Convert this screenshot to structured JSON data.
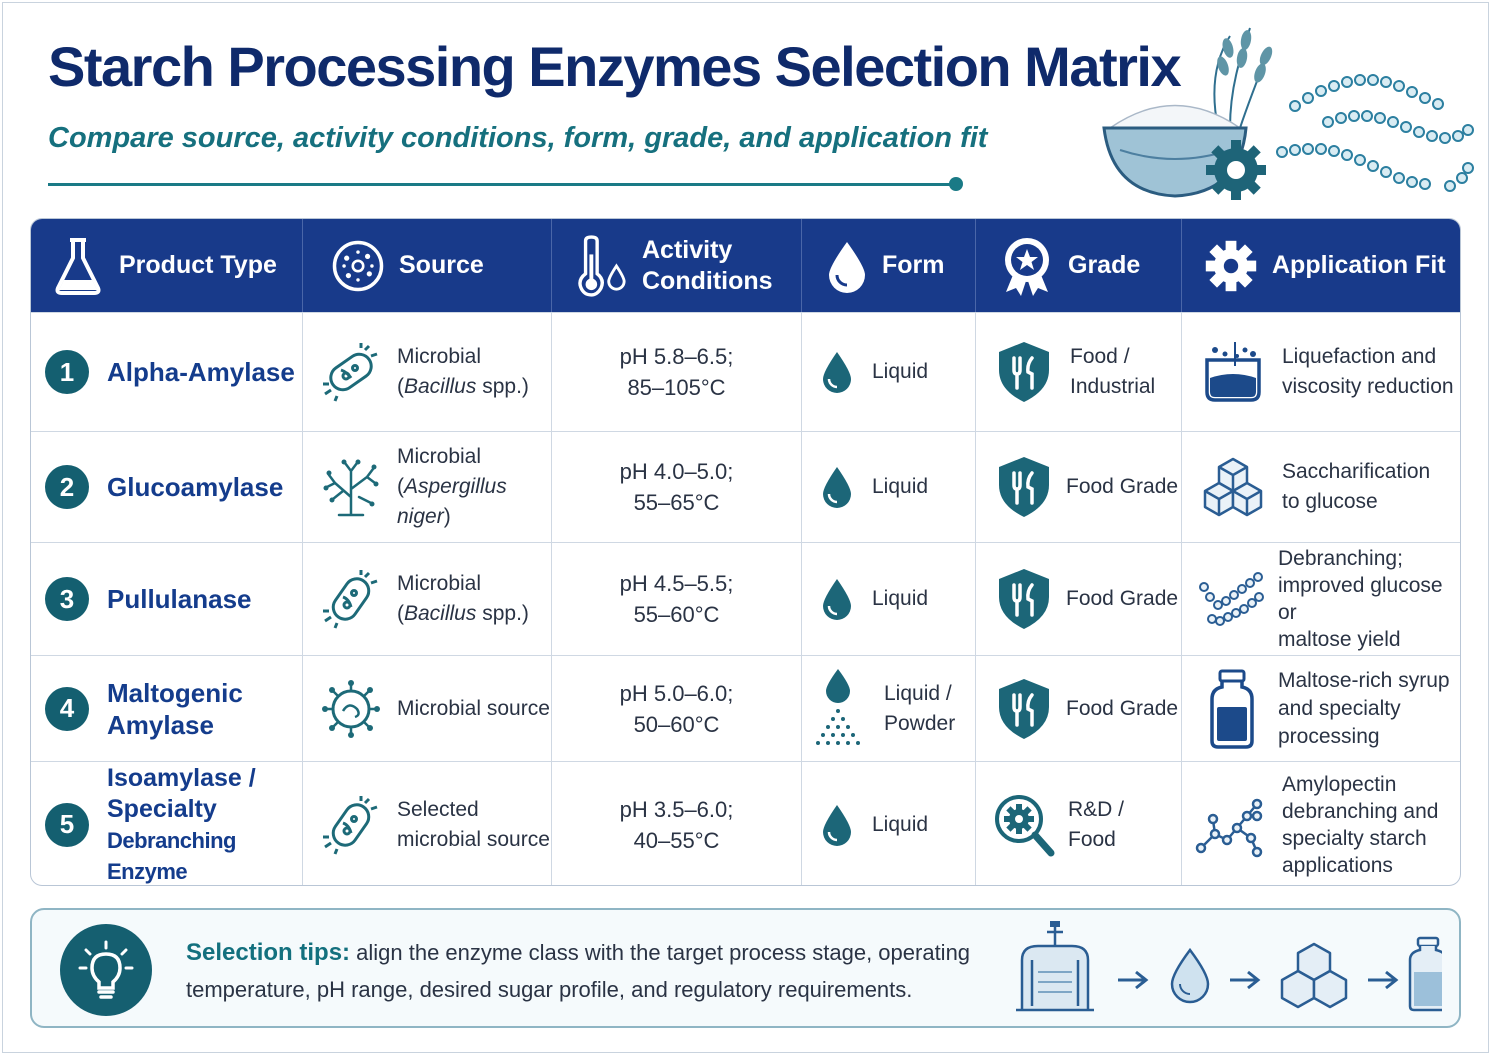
{
  "title": "Starch Processing Enzymes Selection Matrix",
  "subtitle": "Compare source, activity conditions, form, grade, and application fit",
  "columns": [
    {
      "label": "Product Type",
      "icon": "flask-icon"
    },
    {
      "label": "Source",
      "icon": "microbe-icon"
    },
    {
      "label": "Activity\nConditions",
      "icon": "thermometer-icon"
    },
    {
      "label": "Form",
      "icon": "droplet-icon"
    },
    {
      "label": "Grade",
      "icon": "award-ribbon-icon"
    },
    {
      "label": "Application Fit",
      "icon": "gear-icon"
    }
  ],
  "rows": [
    {
      "number": "1",
      "product": "Alpha-Amylase",
      "source_line1": "Microbial",
      "source_line2": "Bacillus",
      "source_line2_suffix": " spp.)",
      "source_icon": "bacillus-icon",
      "conditions_line1": "pH 5.8–6.5;",
      "conditions_line2": "85–105°C",
      "form": "Liquid",
      "form_icon": "droplet-icon",
      "grade": "Food /\nIndustrial",
      "grade_icon": "food-shield-icon",
      "application": "Liquefaction and\nviscosity reduction",
      "application_icon": "beaker-icon"
    },
    {
      "number": "2",
      "product": "Glucoamylase",
      "source_line1": "Microbial",
      "source_line2": "Aspergillus niger",
      "source_line2_suffix": ")",
      "source_icon": "mold-icon",
      "conditions_line1": "pH 4.0–5.0;",
      "conditions_line2": "55–65°C",
      "form": "Liquid",
      "form_icon": "droplet-icon",
      "grade": "Food Grade",
      "grade_icon": "food-shield-icon",
      "application": "Saccharification\nto glucose",
      "application_icon": "sugar-cubes-icon"
    },
    {
      "number": "3",
      "product": "Pullulanase",
      "source_line1": "Microbial",
      "source_line2": "Bacillus",
      "source_line2_suffix": " spp.)",
      "source_icon": "bacillus-icon",
      "conditions_line1": "pH 4.5–5.5;",
      "conditions_line2": "55–60°C",
      "form": "Liquid",
      "form_icon": "droplet-icon",
      "grade": "Food Grade",
      "grade_icon": "food-shield-icon",
      "application": "Debranching;\nimproved glucose or\nmaltose yield",
      "application_icon": "bead-chains-icon"
    },
    {
      "number": "4",
      "product": "Maltogenic\nAmylase",
      "source_line1": "Microbial source",
      "source_line2": "",
      "source_line2_suffix": "",
      "source_icon": "virus-microbe-icon",
      "conditions_line1": "pH 5.0–6.0;",
      "conditions_line2": "50–60°C",
      "form": "Liquid /\nPowder",
      "form_icon": "droplet-powder-icon",
      "grade": "Food Grade",
      "grade_icon": "food-shield-icon",
      "application": "Maltose-rich syrup\nand specialty\nprocessing",
      "application_icon": "bottle-icon"
    },
    {
      "number": "5",
      "product": "Isoamylase /\nSpecialty",
      "product_line3": "Debranching Enzyme",
      "source_line1": "Selected\nmicrobial source",
      "source_line2": "",
      "source_line2_suffix": "",
      "source_icon": "bacillus-icon",
      "conditions_line1": "pH 3.5–6.0;",
      "conditions_line2": "40–55°C",
      "form": "Liquid",
      "form_icon": "droplet-icon",
      "grade": "R&D /\nFood",
      "grade_icon": "gear-magnifier-icon",
      "application": "Amylopectin\ndebranching and\nspecialty starch\napplications",
      "application_icon": "branched-molecule-icon"
    }
  ],
  "tips": {
    "label": "Selection tips:",
    "text": " align the enzyme class with the target process stage, operating temperature, pH range, desired sugar profile, and regulatory requirements.",
    "icon": "lightbulb-icon",
    "flow_icons": [
      "reactor-tank-icon",
      "arrow-right-icon",
      "droplet-icon",
      "arrow-right-icon",
      "sugar-cubes-icon",
      "arrow-right-icon",
      "bottle-icon"
    ]
  },
  "colors": {
    "header_bg": "#183a8a",
    "title": "#0f2a6b",
    "accent_teal": "#16707e",
    "number_badge": "#145f70"
  }
}
